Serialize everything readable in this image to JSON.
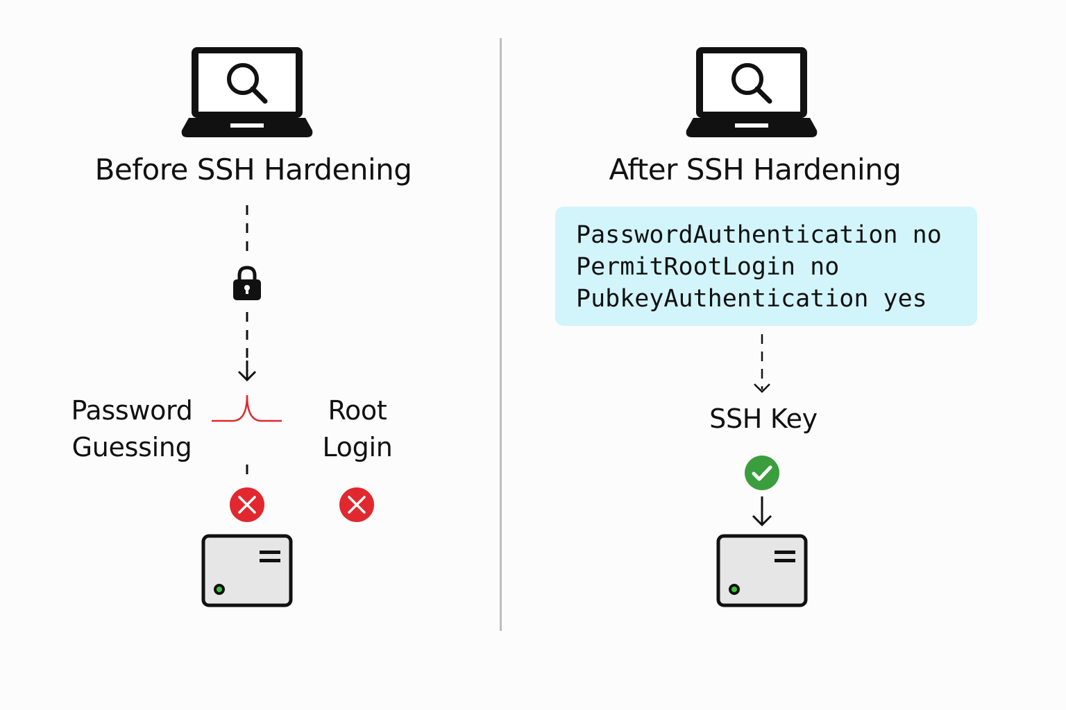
{
  "colors": {
    "accent_red": "#e0282e",
    "accent_green": "#3a9e3e",
    "code_bg": "#d2f5fb",
    "divider": "#bdbdbd"
  },
  "before": {
    "title": "Before SSH Hardening",
    "left_label": [
      "Password",
      "Guessing"
    ],
    "right_label": [
      "Root",
      "Login"
    ],
    "icons": [
      "laptop-search-icon",
      "lock-icon",
      "arrow-down-icon",
      "fork-icon",
      "x-circle-icon",
      "x-circle-icon",
      "server-icon"
    ]
  },
  "after": {
    "title": "After SSH Hardening",
    "config_lines": [
      "PasswordAuthentication no",
      "PermitRootLogin no",
      "PubkeyAuthentication yes"
    ],
    "key_label": "SSH Key",
    "icons": [
      "laptop-search-icon",
      "arrow-down-icon",
      "check-circle-icon",
      "arrow-down-icon",
      "server-icon"
    ]
  }
}
